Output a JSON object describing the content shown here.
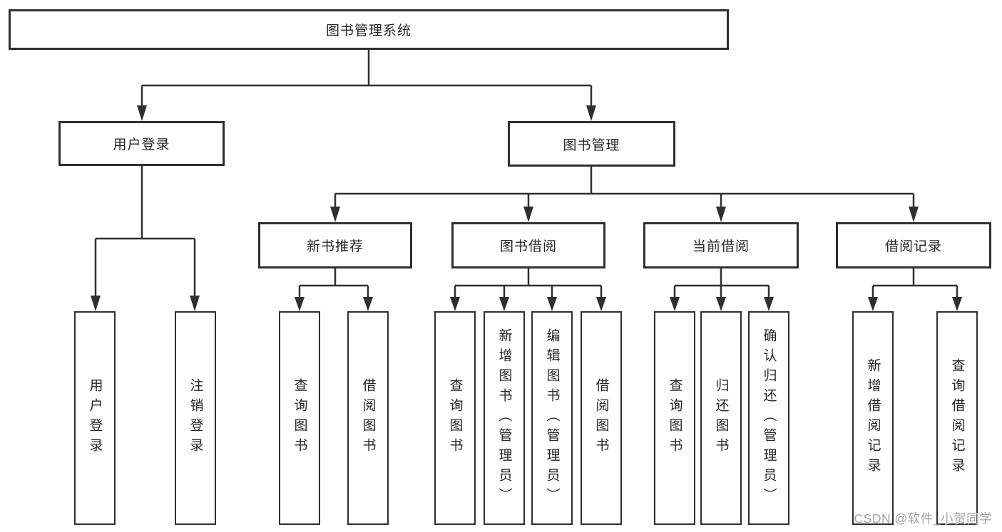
{
  "tree": {
    "root": {
      "label": "图书管理系统"
    },
    "children": [
      {
        "label": "用户登录",
        "children": [
          {
            "label": "用户登录"
          },
          {
            "label": "注销登录"
          }
        ]
      },
      {
        "label": "图书管理",
        "children": [
          {
            "label": "新书推荐",
            "children": [
              {
                "label": "查询图书"
              },
              {
                "label": "借阅图书"
              }
            ]
          },
          {
            "label": "图书借阅",
            "children": [
              {
                "label": "查询图书"
              },
              {
                "label": "新增图书（管理员）"
              },
              {
                "label": "编辑图书（管理员）"
              },
              {
                "label": "借阅图书"
              }
            ]
          },
          {
            "label": "当前借阅",
            "children": [
              {
                "label": "查询图书"
              },
              {
                "label": "归还图书"
              },
              {
                "label": "确认归还（管理员）"
              }
            ]
          },
          {
            "label": "借阅记录",
            "children": [
              {
                "label": "新增借阅记录"
              },
              {
                "label": "查询借阅记录"
              }
            ]
          }
        ]
      }
    ]
  },
  "watermark": "CSDN @软件_小贺同学",
  "colors": {
    "line": "#2f2f2f",
    "box_border": "#2f2f2f",
    "text": "#262626",
    "watermark": "#a3a3a3",
    "background": "#ffffff"
  }
}
